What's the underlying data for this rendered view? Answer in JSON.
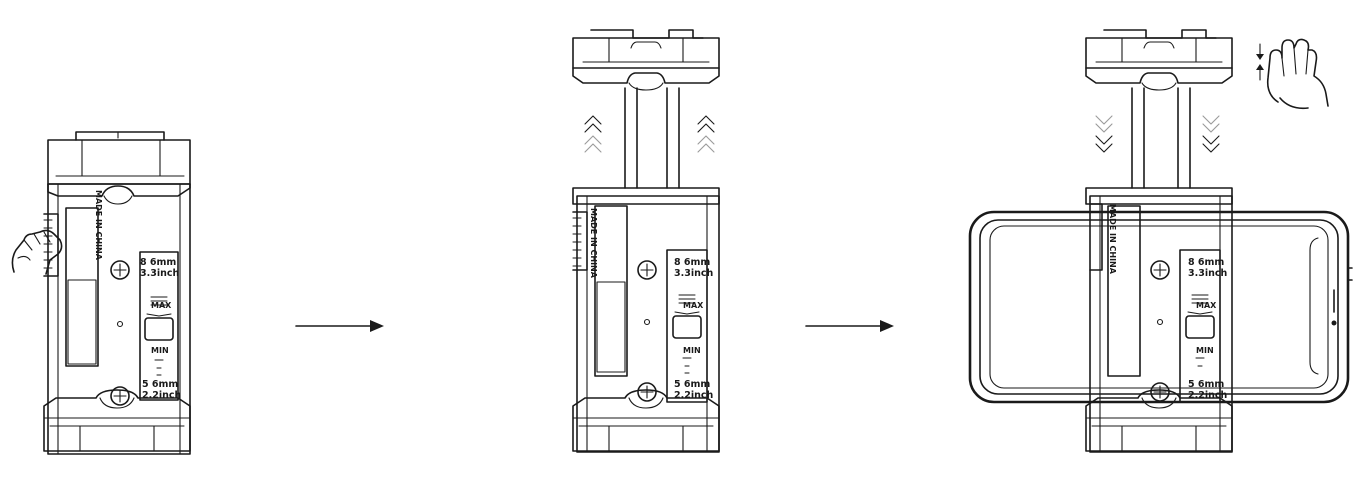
{
  "steps": [
    {
      "engraving": "MADE IN CHINA",
      "max_size_mm": "8 6mm",
      "max_size_inch": "3.3inch",
      "max_label": "MAX",
      "min_label": "MIN",
      "min_size_mm": "5 6mm",
      "min_size_inch": "2.2inch"
    },
    {
      "engraving": "MADE IN CHINA",
      "max_size_mm": "8 6mm",
      "max_size_inch": "3.3inch",
      "max_label": "MAX",
      "min_label": "MIN",
      "min_size_mm": "5 6mm",
      "min_size_inch": "2.2inch"
    },
    {
      "engraving": "MADE IN CHINA",
      "max_size_mm": "8 6mm",
      "max_size_inch": "3.3inch",
      "max_label": "MAX",
      "min_label": "MIN",
      "min_size_mm": "5 6mm",
      "min_size_inch": "2.2inch"
    }
  ],
  "icons": {
    "step1_hand": "pinch-hand-icon",
    "step3_hand": "squeeze-hand-icon",
    "step2_arrows": "chevron-up-icon",
    "step3_arrows": "chevron-down-icon",
    "flow_arrow": "right-arrow-icon"
  },
  "colors": {
    "line": "#1a1a1a",
    "faded": "#9a9a9a",
    "background": "#ffffff"
  }
}
